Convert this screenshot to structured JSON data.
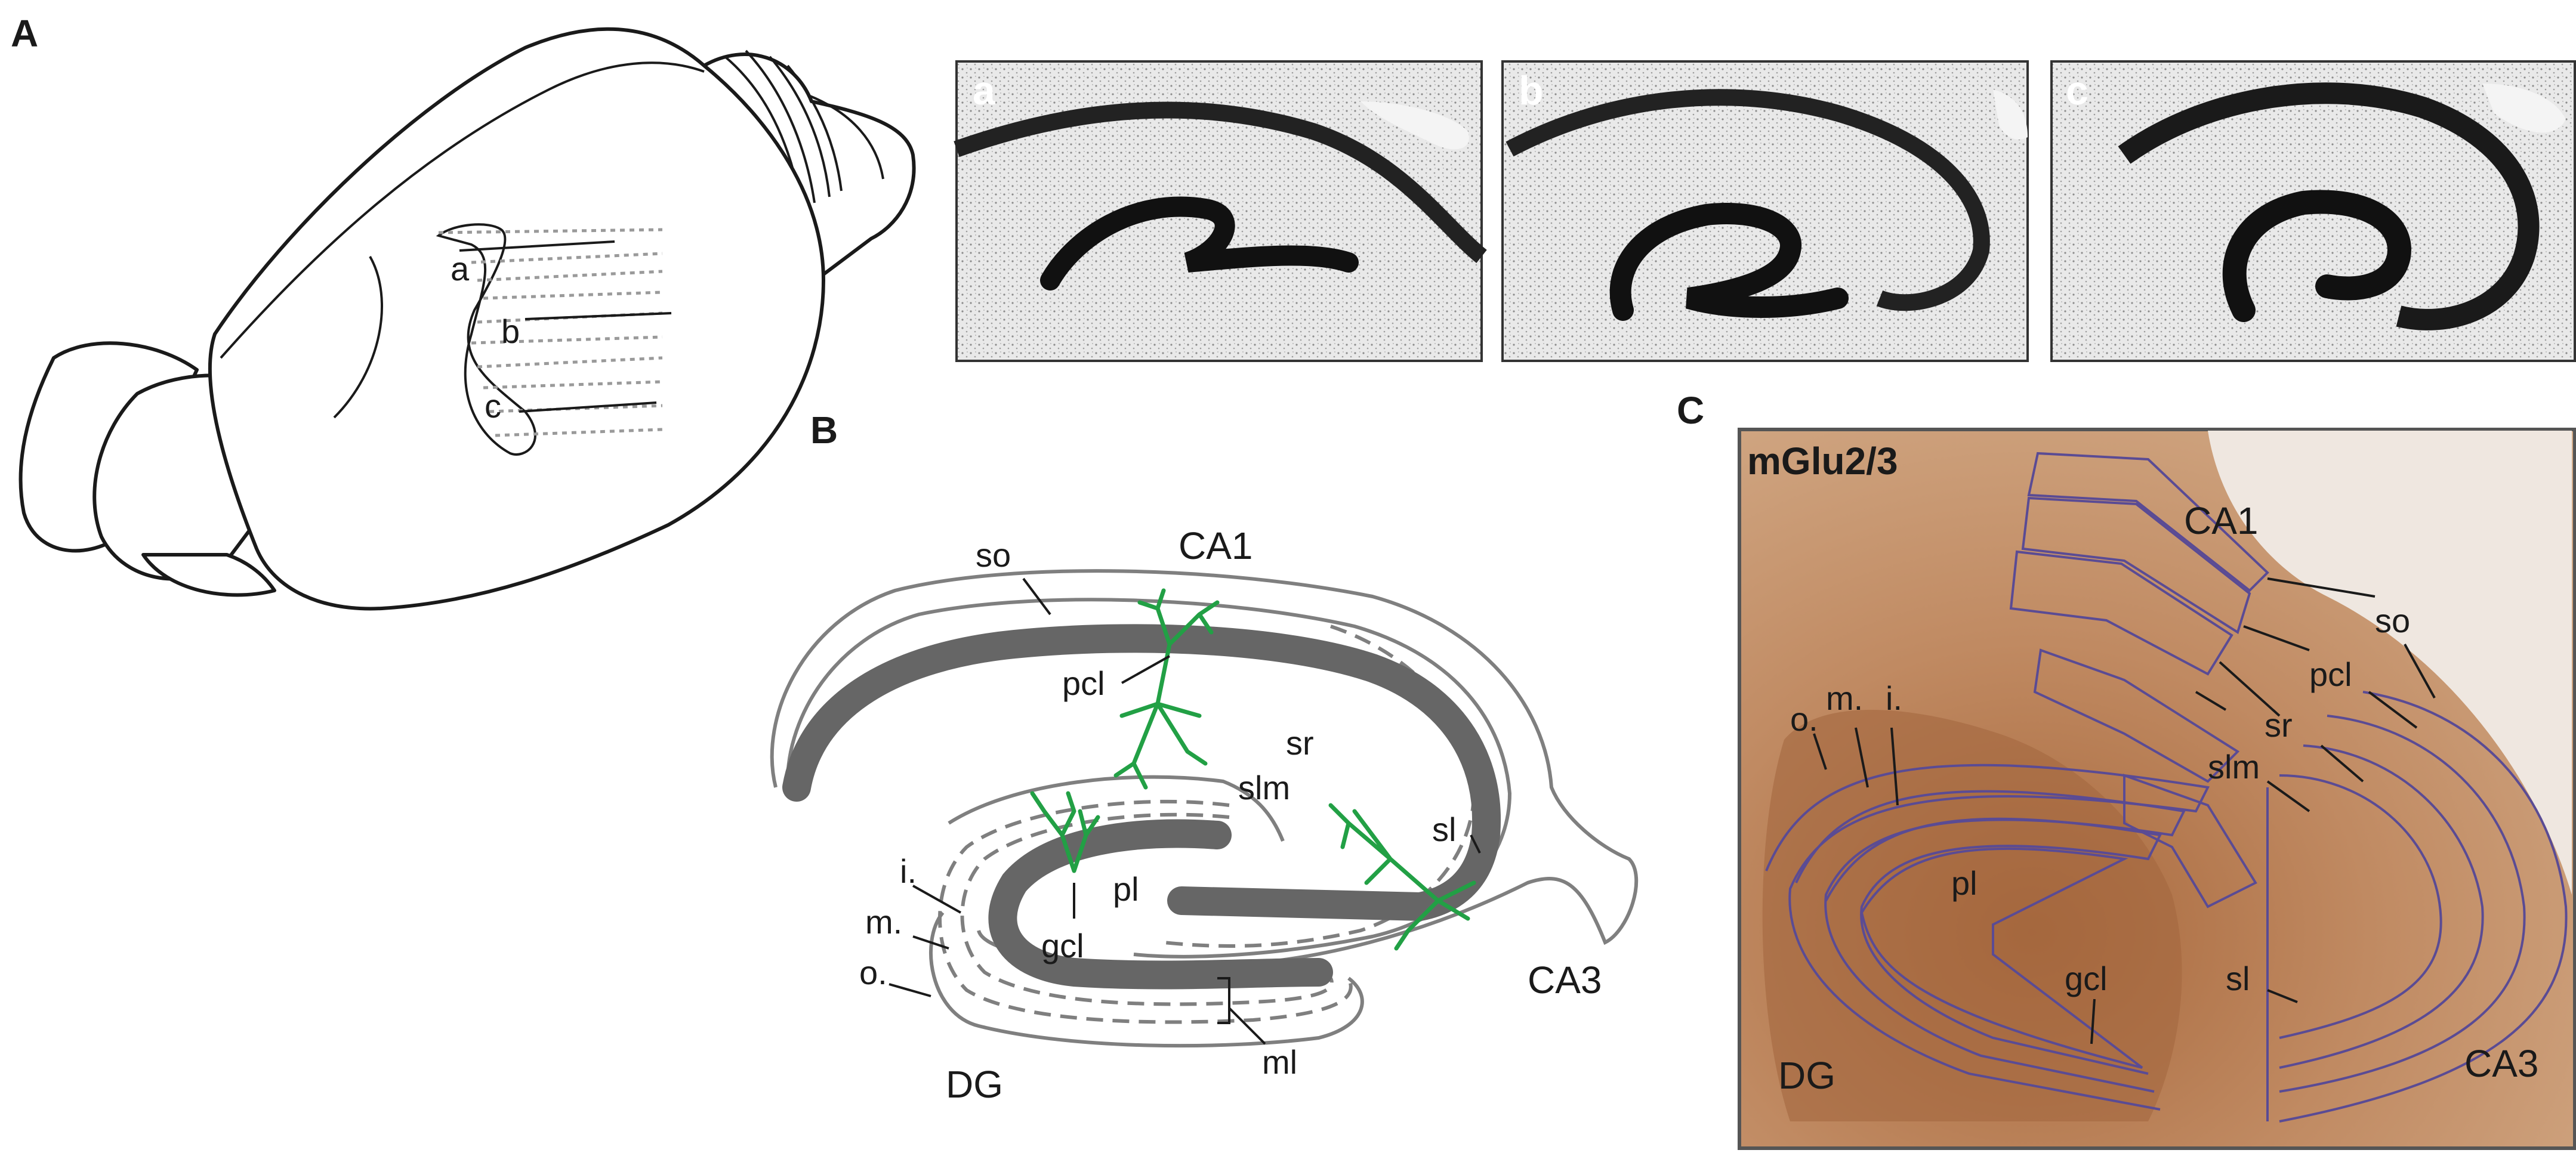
{
  "panels": {
    "A": "A",
    "B": "B",
    "C": "C"
  },
  "panel_a": {
    "cut_labels": [
      "a",
      "b",
      "c"
    ],
    "photo_labels": [
      "a",
      "b",
      "c"
    ]
  },
  "panel_b": {
    "regions": {
      "ca1": "CA1",
      "ca3": "CA3",
      "dg": "DG"
    },
    "layers": {
      "so": "so",
      "pcl": "pcl",
      "sr": "sr",
      "slm": "slm",
      "sl": "sl",
      "pl": "pl",
      "gcl": "gcl",
      "i": "i.",
      "m": "m.",
      "o": "o.",
      "ml": "ml"
    }
  },
  "panel_c": {
    "stain_title": "mGlu2/3",
    "regions": {
      "ca1": "CA1",
      "ca3": "CA3",
      "dg": "DG"
    },
    "layers": {
      "so": "so",
      "pcl": "pcl",
      "sr": "sr",
      "slm": "slm",
      "sl": "sl",
      "pl": "pl",
      "gcl": "gcl",
      "o": "o.",
      "m": "m.",
      "i": "i."
    }
  },
  "colors": {
    "layer_band": "#666666",
    "neuron": "#22a045",
    "roi_outline": "#5a4b94",
    "stain_bg": "#c89a74"
  }
}
